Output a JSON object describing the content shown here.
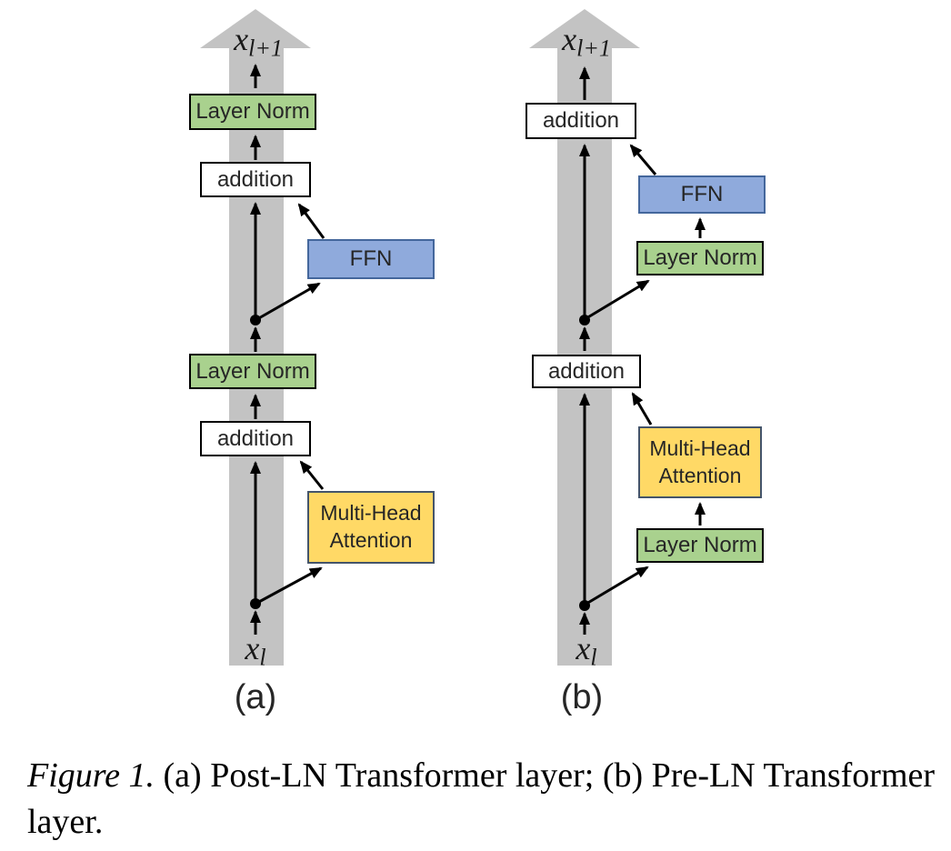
{
  "figure": {
    "caption": {
      "figure_label": "Figure 1.",
      "line1_rest": " (a) Post-LN Transformer layer; (b) Pre-LN Transformer",
      "line2": "layer."
    },
    "colors": {
      "flow_arrow_gray": "#C3C3C3",
      "layer_norm_fill": "#A9D18E",
      "ffn_fill": "#8FAADC",
      "ffn_border": "#44679C",
      "attention_fill": "#FFD966",
      "attention_border": "#44546A",
      "plain_box_border": "#000000",
      "box_text": "#262626"
    },
    "diagram_a": {
      "sublabel": "(a)",
      "output": {
        "base": "x",
        "sub": "l+1"
      },
      "input": {
        "base": "x",
        "sub": "l"
      },
      "boxes": {
        "layer_norm_top": "Layer Norm",
        "addition_top": "addition",
        "ffn": "FFN",
        "layer_norm_mid": "Layer Norm",
        "addition_bottom": "addition",
        "attention": "Multi-Head Attention"
      }
    },
    "diagram_b": {
      "sublabel": "(b)",
      "output": {
        "base": "x",
        "sub": "l+1"
      },
      "input": {
        "base": "x",
        "sub": "l"
      },
      "boxes": {
        "addition_top": "addition",
        "ffn": "FFN",
        "layer_norm_top": "Layer Norm",
        "addition_bottom": "addition",
        "attention": "Multi-Head Attention",
        "layer_norm_bottom": "Layer Norm"
      }
    }
  }
}
